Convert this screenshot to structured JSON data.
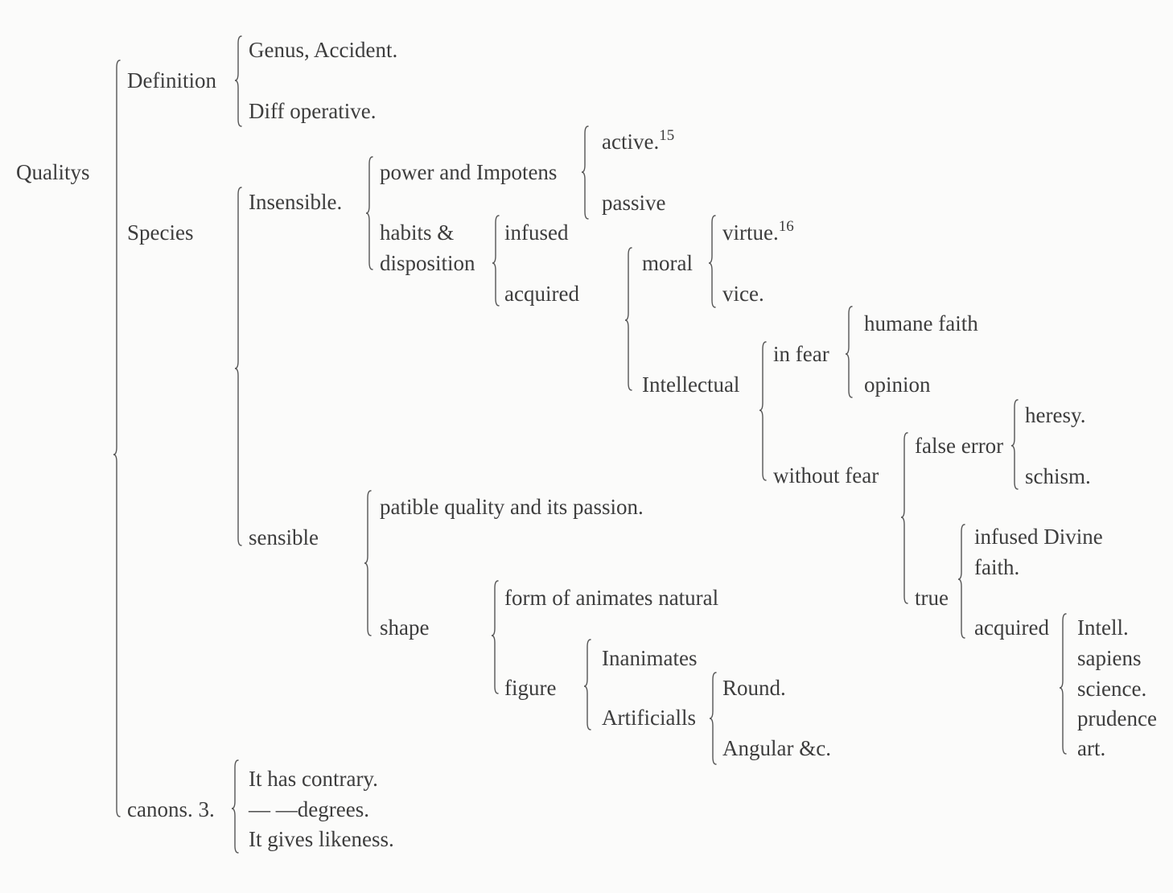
{
  "nodes": {
    "qualitys": "Qualitys",
    "definition": "Definition",
    "genus": "Genus, Accident.",
    "diff": "Diff operative.",
    "species": "Species",
    "insensible": "Insensible.",
    "power": "power and Impotens",
    "active": "active.",
    "active_note": "15",
    "passive": "passive",
    "habits_1": "habits &",
    "habits_2": "disposition",
    "infused": "infused",
    "acquired": "acquired",
    "moral": "moral",
    "virtue": "virtue.",
    "virtue_note": "16",
    "vice": "vice.",
    "intellectual": "Intellectual",
    "in_fear": "in fear",
    "humane_faith": "humane faith",
    "opinion": "opinion",
    "without_fear": "without fear",
    "false_error": "false error",
    "heresy": "heresy.",
    "schism": "schism.",
    "true": "true",
    "infused_divine_1": "infused Divine",
    "infused_divine_2": "faith.",
    "acquired2": "acquired",
    "intell": "Intell.",
    "sapiens": "sapiens",
    "science": "science.",
    "prudence": "prudence",
    "art": "art.",
    "sensible": "sensible",
    "patible": "patible quality and its passion.",
    "shape": "shape",
    "form_animates": "form of animates natural",
    "figure": "figure",
    "inanimates": "Inanimates",
    "artificialls": "Artificialls",
    "round": "Round.",
    "angular": "Angular &c.",
    "canons": "canons. 3.",
    "contrary": "It has contrary.",
    "degrees": "— —degrees.",
    "likeness": "It gives likeness."
  }
}
